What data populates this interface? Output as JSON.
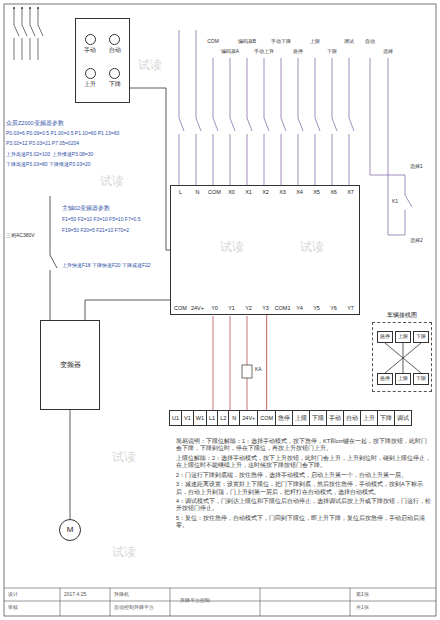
{
  "diagram": {
    "nodes": [
      {
        "text": [
          "手动",
          "自动",
          "上升",
          "下降"
        ]
      },
      {
        "text": [
          "L",
          "N",
          "COM",
          "X0",
          "X1",
          "X2",
          "X3",
          "X4",
          "X5",
          "X6",
          "X7",
          "COM",
          "24V+",
          "Y0",
          "Y1",
          "Y2",
          "Y3",
          "COM1",
          "Y4",
          "Y5",
          "Y6",
          "Y7"
        ]
      },
      {
        "text": [
          "变频器"
        ]
      },
      {
        "text": [
          "M"
        ]
      },
      {
        "text": [
          "车辆接线图"
        ]
      },
      {
        "text": [
          "急停"
        ],
        "in": 4
      },
      {
        "text": [
          "上限"
        ],
        "in": 4
      },
      {
        "text": [
          "下限"
        ],
        "in": 4
      },
      {
        "text": [
          "急停"
        ],
        "in": 4
      },
      {
        "text": [
          "上限"
        ],
        "in": 4
      },
      {
        "text": [
          "下限"
        ],
        "in": 4
      },
      {
        "text": [
          "U1"
        ]
      },
      {
        "text": [
          "V1"
        ]
      },
      {
        "text": [
          "W1"
        ]
      },
      {
        "text": [
          "L1"
        ]
      },
      {
        "text": [
          "L2"
        ]
      },
      {
        "text": [
          "N"
        ]
      },
      {
        "text": [
          "24V+"
        ]
      },
      {
        "text": [
          "COM"
        ]
      },
      {
        "text": [
          "急停"
        ]
      },
      {
        "text": [
          "上限"
        ]
      },
      {
        "text": [
          "下限"
        ]
      },
      {
        "text": [
          "手动"
        ]
      },
      {
        "text": [
          "自动"
        ]
      },
      {
        "text": [
          "上升"
        ]
      },
      {
        "text": [
          "下降"
        ]
      },
      {
        "text": [
          "调试"
        ]
      }
    ],
    "edges": [
      {
        "from": 0,
        "to": 1,
        "arrow": "none"
      },
      {
        "from": 1,
        "to": 2,
        "arrow": "none"
      },
      {
        "from": 2,
        "to": 3,
        "arrow": "none"
      },
      {
        "from": 1,
        "to": 18,
        "arrow": "none"
      },
      {
        "from": 5,
        "to": 10,
        "arrow": "none"
      },
      {
        "from": 6,
        "to": 9,
        "arrow": "none"
      },
      {
        "from": 7,
        "to": 8,
        "arrow": "none"
      }
    ],
    "labels": [
      "众辰Z2000变频器参数",
      "P0.03=6 P0.09=0.5 P1.00=0.5 P1.10=60 P1.13=60",
      "P3.02=12 P3.03=21 P7.05=0204",
      "上升高速P3.02=100 上升慢速P3.08=30",
      "下降高速P3.03=80 下降慢速P3.03=20",
      "主轴02变频器参数",
      "F1=50 F2=10 F3=10 F5=10 F7=0.5",
      "F19=50 F20=5 F21=10 F70=2",
      "上升快速F18 下降快速F20 下降减速F22",
      "三相AC380V",
      "COM",
      "编码器A",
      "编码器B",
      "手动上升",
      "手动下降",
      "急停",
      "上限",
      "下限",
      "调试",
      "自动",
      "选择",
      "选择1",
      "K1",
      "选择2",
      "KA",
      "试读",
      "试读",
      "试读",
      "试读",
      "试读",
      "试读",
      "简易说明：下限位解除：1：选择手动模式，按下急停，KT和cm键在一起，按下降按钮，此时门会下降，下降到位时，停在下限位，再按上升按钮门上升。",
      "上限位解除：2：选择手动模式，按下上升按钮，此时门会上升，上升到位时，碰到上限位停止，在上限位时不能继续上升，这时候按下降按钮门会下降。",
      "2：门运行下降到底端，按住急停，选择手动模式，启动上升第一个，自动上升第一层。",
      "3：减速距离设置：设置好上下限位，把门下降到底，然后按住急停，手动模式，按到A下标示后，自动上升到顶，门上升到第一层后，把杆打在自动模式，选择自动模式。",
      "4：调试模式下，门到达上限位和下限位后自动停止，选择调试后按上升或下降按钮，门运行，松开按钮门停止。",
      "5：复位：按住急停，自动模式下，门回到下限位，即上升下降，复位后按急停，手动启动后清零。",
      "设计",
      "审核",
      "2017.4.25",
      "升降机",
      "自动控制升降平台",
      "升降平台控制",
      "第1张",
      "共1张"
    ]
  }
}
